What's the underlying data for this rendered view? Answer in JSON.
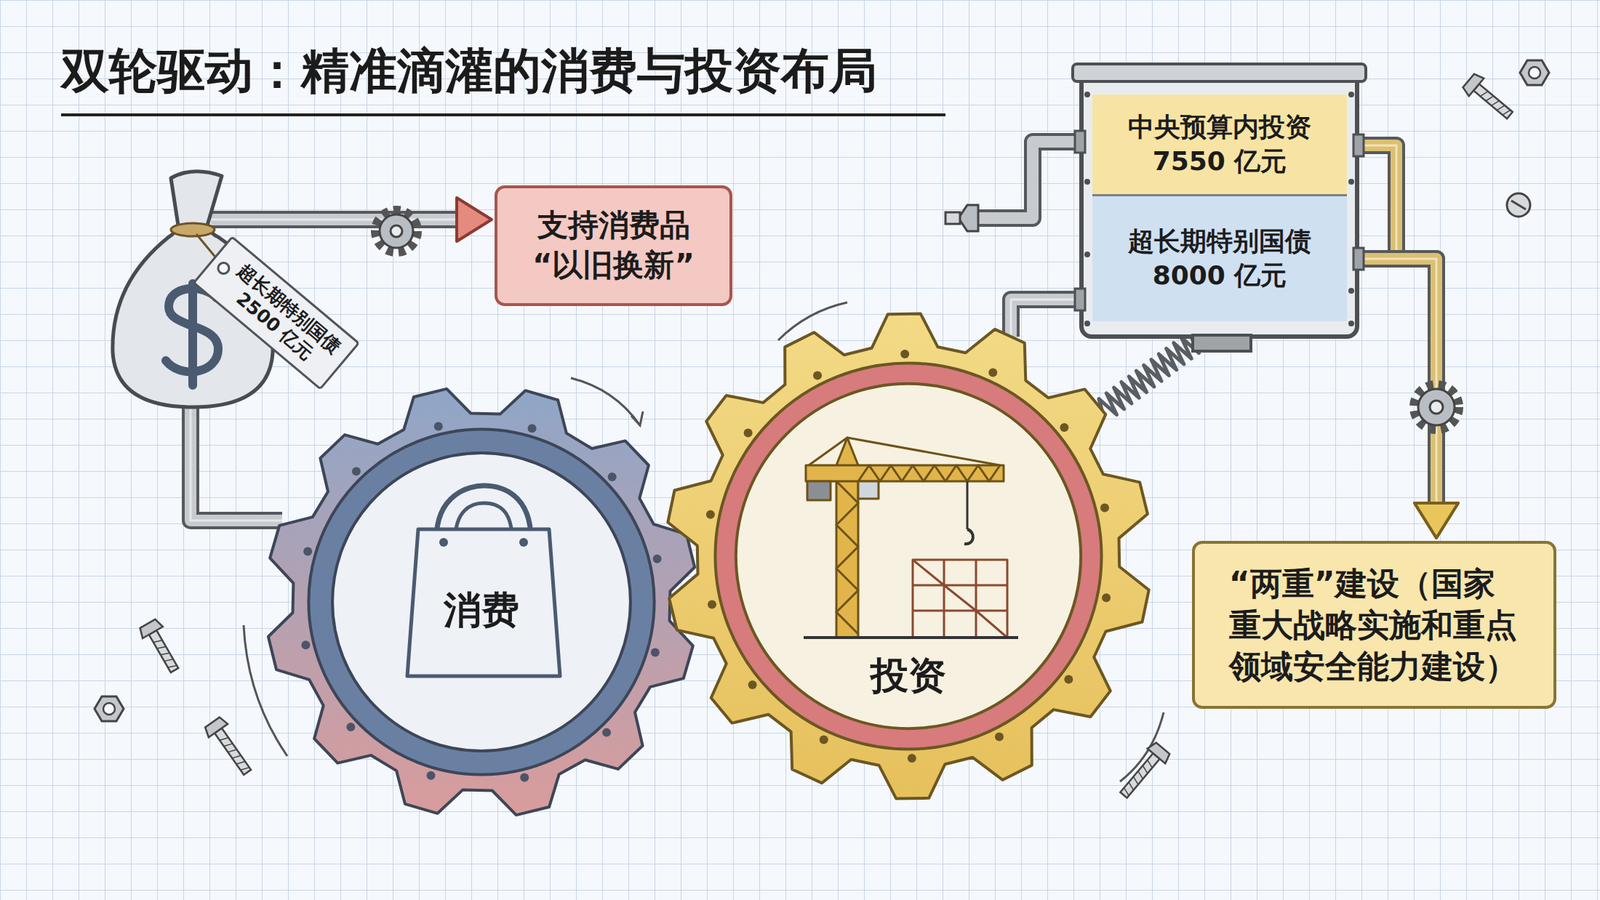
{
  "diagram": {
    "title": "双轮驱动：精准滴灌的消费与投资布局",
    "nodes": [
      {
        "text": [
          "超长期特别国债 2500 亿元"
        ]
      },
      {
        "text": [
          "支持消费品 “以旧换新”"
        ]
      },
      {
        "text": [
          "中央预算内投资 7550 亿元"
        ]
      },
      {
        "text": [
          "超长期特别国债 8000 亿元"
        ]
      },
      {
        "text": [
          "消费"
        ]
      },
      {
        "text": [
          "投资"
        ]
      },
      {
        "text": [
          "“两重”建设（国家 重大战略实施和重点 领域安全能力建设）"
        ]
      }
    ],
    "edges": [
      {
        "from": 0,
        "to": 1,
        "arrow": "to"
      },
      {
        "from": 0,
        "to": 4,
        "arrow": "none"
      },
      {
        "from": 2,
        "to": 6,
        "arrow": "to"
      },
      {
        "from": 3,
        "to": 6,
        "arrow": "to"
      },
      {
        "from": 3,
        "to": 5,
        "arrow": "none"
      },
      {
        "from": 3,
        "to": 5,
        "arrow": "none"
      }
    ]
  }
}
